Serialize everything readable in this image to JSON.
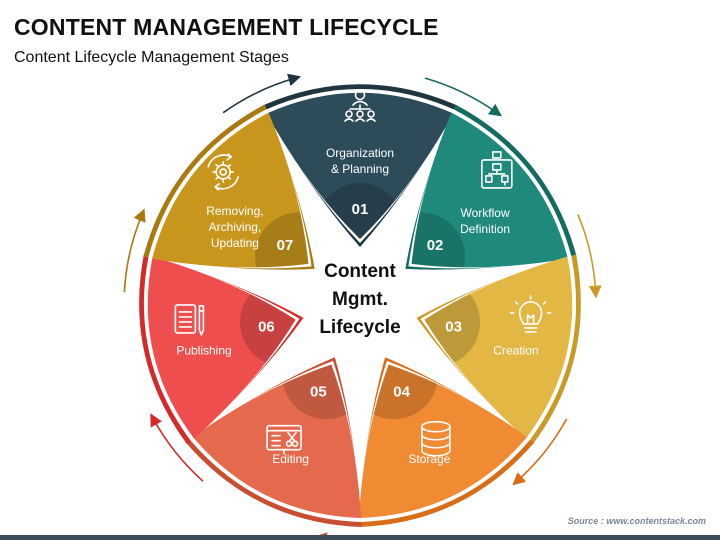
{
  "header": {
    "title": "CONTENT MANAGEMENT LIFECYCLE",
    "subtitle": "Content Lifecycle Management Stages"
  },
  "center": {
    "lines": [
      "Content",
      "Mgmt.",
      "Lifecycle"
    ]
  },
  "stages": [
    {
      "number": "01",
      "label": [
        "Organization",
        "& Planning"
      ],
      "icon": "team-hierarchy-icon",
      "color": "#2e4b5a",
      "ring": "#1f3540"
    },
    {
      "number": "02",
      "label": [
        "Workflow",
        "Definition"
      ],
      "icon": "flowchart-icon",
      "color": "#1f8a7b",
      "ring": "#146b5f"
    },
    {
      "number": "03",
      "label": [
        "Creation"
      ],
      "icon": "lightbulb-icon",
      "color": "#e3b744",
      "ring": "#c99a26"
    },
    {
      "number": "04",
      "label": [
        "Storage"
      ],
      "icon": "database-icon",
      "color": "#f08a33",
      "ring": "#d96d17"
    },
    {
      "number": "05",
      "label": [
        "Editing"
      ],
      "icon": "editing-tools-icon",
      "color": "#e56a4d",
      "ring": "#c94d30"
    },
    {
      "number": "06",
      "label": [
        "Publishing"
      ],
      "icon": "document-pencil-icon",
      "color": "#ef4e4e",
      "ring": "#d42a2a"
    },
    {
      "number": "07",
      "label": [
        "Removing,",
        "Archiving,",
        "Updating"
      ],
      "icon": "gear-cycle-icon",
      "color": "#c8961d",
      "ring": "#a87a10"
    }
  ],
  "source": "Source : www.contentstack.com"
}
